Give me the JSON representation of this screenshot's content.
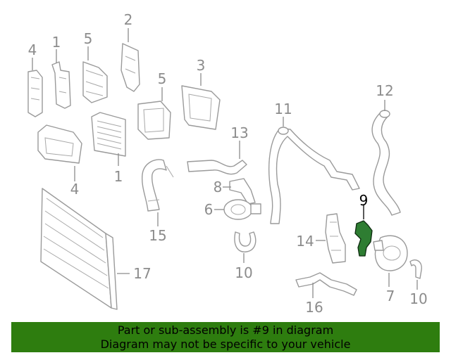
{
  "callouts": {
    "c4a": "4",
    "c1a": "1",
    "c5a": "5",
    "c2": "2",
    "c3": "3",
    "c5b": "5",
    "c11": "11",
    "c12": "12",
    "c13": "13",
    "c8": "8",
    "c6": "6",
    "c15": "15",
    "c10a": "10",
    "c1b": "1",
    "c4b": "4",
    "c9": "9",
    "c14": "14",
    "c17": "17",
    "c7": "7",
    "c10b": "10",
    "c16": "16"
  },
  "highlight": {
    "part_number": "9",
    "color": "#2e7d32"
  },
  "banner": {
    "line1": "Part or sub-assembly is #9 in diagram",
    "line2": "Diagram may not be specific to your vehicle",
    "color": "#2e7d0f"
  }
}
